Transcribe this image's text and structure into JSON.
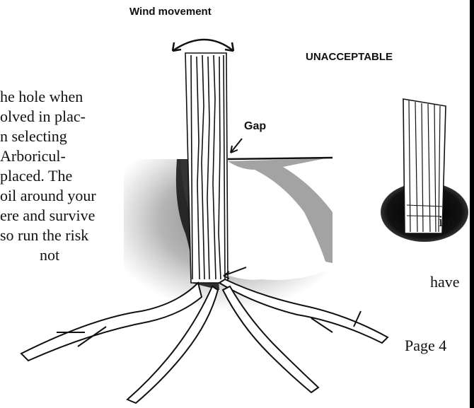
{
  "figure": {
    "wind_label": "Wind movement",
    "status_label": "UNACCEPTABLE",
    "gap_label": "Gap"
  },
  "body_text": {
    "lines": [
      "he hole when",
      "olved in plac-",
      "n  selecting",
      "Arboricul-",
      "placed.  The",
      "oil around your",
      "ere and survive",
      "so run the risk",
      "not"
    ],
    "right_word_1": "i n",
    "right_word_2": "have"
  },
  "footer": {
    "page_label": "Page 4"
  }
}
